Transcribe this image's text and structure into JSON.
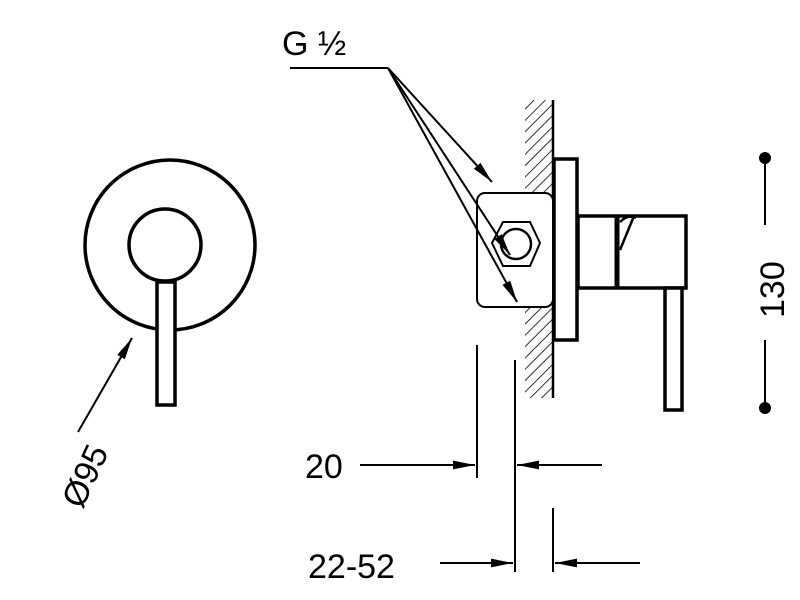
{
  "labels": {
    "thread": "G ½",
    "diameter": "Ø95",
    "height": "130",
    "depth_fixed": "20",
    "depth_range": "22-52"
  },
  "colors": {
    "line": "#000000",
    "background": "#ffffff"
  }
}
